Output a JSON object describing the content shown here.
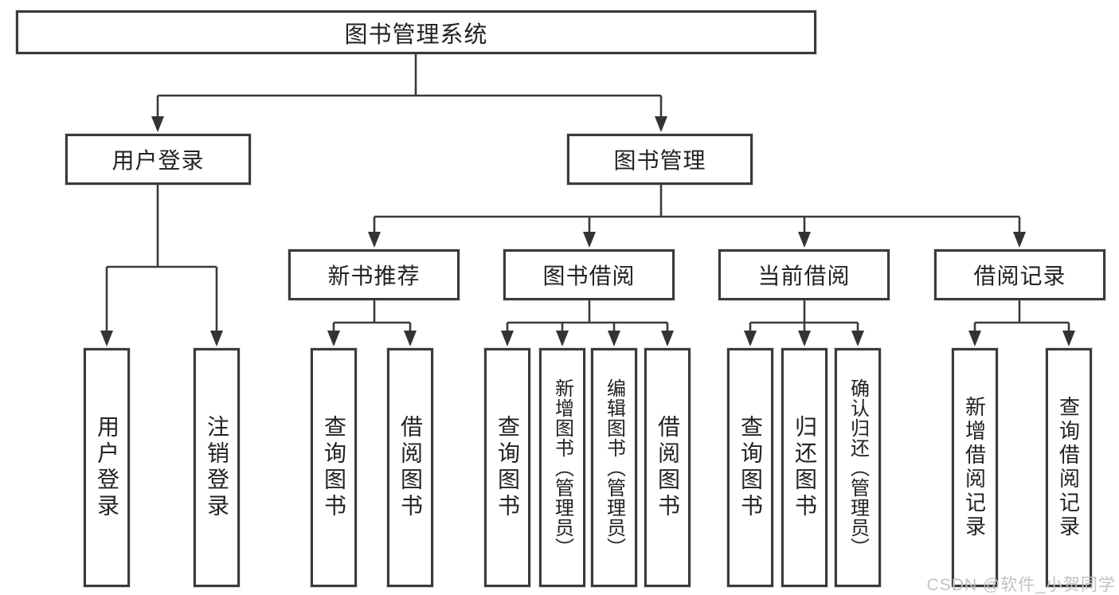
{
  "diagram": {
    "root": {
      "label": "图书管理系统"
    },
    "branches": [
      {
        "label": "用户登录",
        "children": [
          {
            "label": "用户登录"
          },
          {
            "label": "注销登录"
          }
        ]
      },
      {
        "label": "图书管理",
        "children": [
          {
            "label": "新书推荐",
            "children": [
              {
                "label": "查询图书"
              },
              {
                "label": "借阅图书"
              }
            ]
          },
          {
            "label": "图书借阅",
            "children": [
              {
                "label": "查询图书"
              },
              {
                "label": "新增图书（管理员）"
              },
              {
                "label": "编辑图书（管理员）"
              },
              {
                "label": "借阅图书"
              }
            ]
          },
          {
            "label": "当前借阅",
            "children": [
              {
                "label": "查询图书"
              },
              {
                "label": "归还图书"
              },
              {
                "label": "确认归还（管理员）"
              }
            ]
          },
          {
            "label": "借阅记录",
            "children": [
              {
                "label": "新增借阅记录"
              },
              {
                "label": "查询借阅记录"
              }
            ]
          }
        ]
      }
    ]
  },
  "watermark": {
    "text": "CSDN @软件_小贺同学"
  },
  "colors": {
    "line": "#3a3a3a",
    "box_border": "#3a3a3a",
    "text": "#222222",
    "watermark": "#c2c2c2",
    "background": "#ffffff"
  }
}
